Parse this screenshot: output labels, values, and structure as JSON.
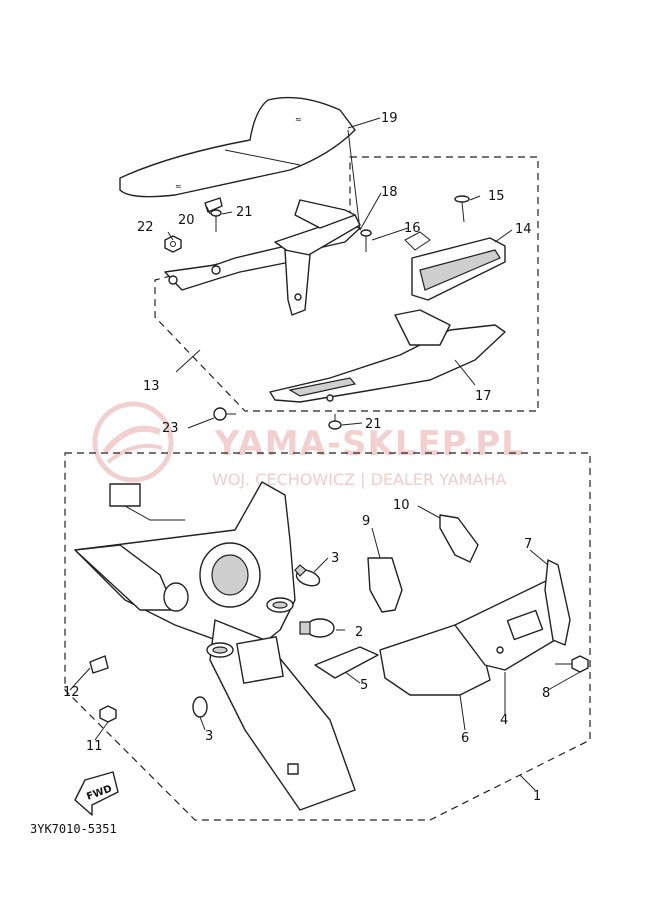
{
  "watermark": {
    "main": "YAMA-SKLEP.PL",
    "sub": "WOJ. CECHOWICZ | DEALER YAMAHA",
    "color": "#e8aaaa"
  },
  "diagram_code": "3YK7010-5351",
  "fwd_label": "FWD",
  "callouts": {
    "c1": "1",
    "c2": "2",
    "c3a": "3",
    "c3b": "3",
    "c4": "4",
    "c5": "5",
    "c6": "6",
    "c7": "7",
    "c8": "8",
    "c9": "9",
    "c10": "10",
    "c11": "11",
    "c12": "12",
    "c13": "13",
    "c14": "14",
    "c15": "15",
    "c16": "16",
    "c17": "17",
    "c18": "18",
    "c19": "19",
    "c20": "20",
    "c21a": "21",
    "c21b": "21",
    "c22": "22",
    "c23": "23"
  }
}
